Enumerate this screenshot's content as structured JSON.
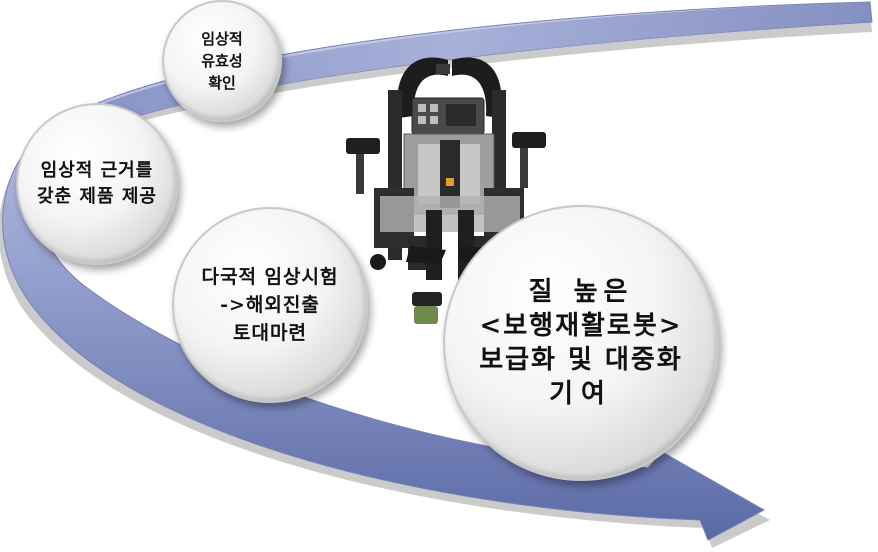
{
  "circles": [
    {
      "lines": [
        "임상적",
        "유효성",
        "확인"
      ]
    },
    {
      "lines": [
        "임상적 근거를",
        "갖춘 제품 제공"
      ]
    },
    {
      "lines": [
        "다국적 임상시험",
        "->해외진출",
        "토대마련"
      ]
    },
    {
      "lines": [
        "질 높은",
        "<보행재활로봇>",
        "보급화 및 대중화",
        "기여"
      ]
    }
  ],
  "colors": {
    "arrow_light": "#c9d0e6",
    "arrow_mid": "#8d9acb",
    "arrow_dark": "#5b6aa6",
    "arrow_shadow": "#9b9b9b"
  }
}
